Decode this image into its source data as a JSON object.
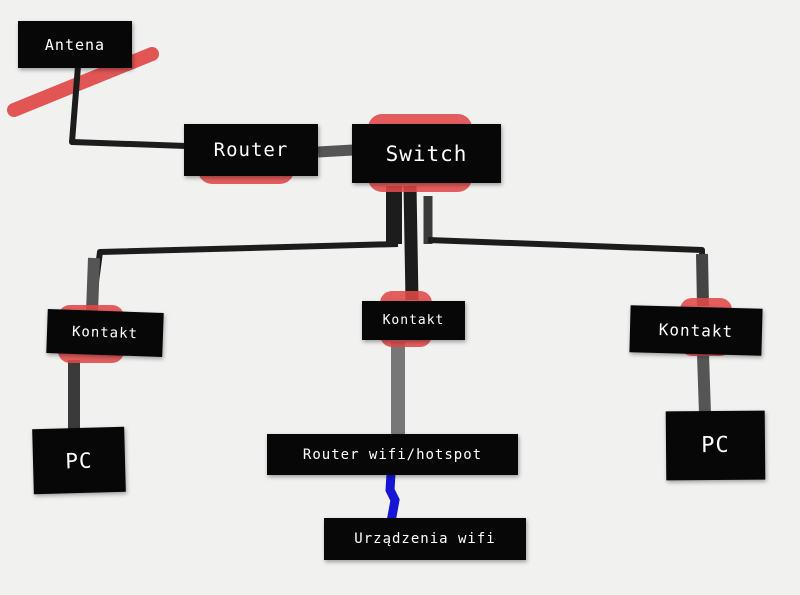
{
  "diagram": {
    "nodes": {
      "antena": "Antena",
      "router": "Router",
      "switch": "Switch",
      "kontakt_left": "Kontakt",
      "kontakt_center": "Kontakt",
      "kontakt_right": "Kontakt",
      "pc_left": "PC",
      "pc_right": "PC",
      "router_wifi": "Router wifi/hotspot",
      "urzadzenia_wifi": "Urządzenia wifi"
    },
    "colors": {
      "background": "#f1f1f0",
      "box": "#070707",
      "box_text": "#ffffff",
      "cable": "#1c1c1c",
      "cable_light": "#555555",
      "highlight": "#e04848",
      "wifi_link": "#1616d6"
    }
  }
}
